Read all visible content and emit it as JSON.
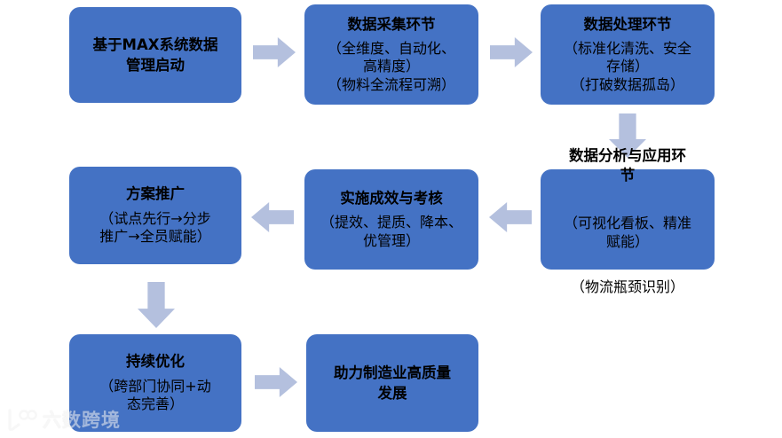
{
  "diagram": {
    "type": "flowchart",
    "background_color": "#FFFFFF",
    "node_color": "#4472C4",
    "arrow_color": "#B4C0DE",
    "text_color": "#000000",
    "nodes": [
      {
        "id": "n1",
        "title": "基于MAX系统数据",
        "title_line2": "管理启动",
        "lines": []
      },
      {
        "id": "n2",
        "title": "数据采集环节",
        "lines": [
          "（全维度、自动化、",
          "高精度）",
          "（物料全流程可溯）"
        ]
      },
      {
        "id": "n3",
        "title": "数据处理环节",
        "lines": [
          "（标准化清洗、安全",
          "存储）",
          "（打破数据孤岛）"
        ]
      },
      {
        "id": "n4",
        "title": "数据分析与应用环",
        "title_line2": "节",
        "lines": [
          "（可视化看板、精准",
          "赋能）",
          "（物流瓶颈识别）"
        ]
      },
      {
        "id": "n5",
        "title": "实施成效与考核",
        "lines": [
          "（提效、提质、降本、",
          "优管理）"
        ]
      },
      {
        "id": "n6",
        "title": "方案推广",
        "lines": [
          "（试点先行→分步",
          "推广→全员赋能）"
        ]
      },
      {
        "id": "n7",
        "title": "持续优化",
        "lines": [
          "（跨部门协同+动",
          "态完善）"
        ]
      },
      {
        "id": "n8",
        "title": "助力制造业高质量",
        "title_line2": "发展",
        "lines": []
      }
    ],
    "connectors": [
      {
        "id": "c1",
        "direction": "right",
        "from": "n1",
        "to": "n2"
      },
      {
        "id": "c2",
        "direction": "right",
        "from": "n2",
        "to": "n3"
      },
      {
        "id": "c3",
        "direction": "down",
        "from": "n3",
        "to": "n4"
      },
      {
        "id": "c4",
        "direction": "left",
        "from": "n4",
        "to": "n5"
      },
      {
        "id": "c5",
        "direction": "left",
        "from": "n5",
        "to": "n6"
      },
      {
        "id": "c6",
        "direction": "down",
        "from": "n6",
        "to": "n7"
      },
      {
        "id": "c7",
        "direction": "right",
        "from": "n7",
        "to": "n8"
      }
    ]
  },
  "watermark": {
    "text": "六数跨境",
    "color": "#F2F2F2"
  }
}
